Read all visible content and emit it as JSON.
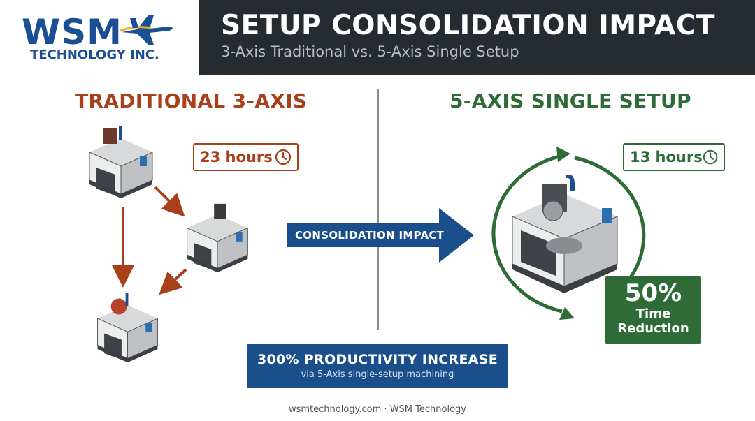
{
  "header": {
    "logo_main": "WSM",
    "logo_sub": "TECHNOLOGY INC.",
    "title": "SETUP CONSOLIDATION IMPACT",
    "subtitle": "3-Axis Traditional vs. 5-Axis Single Setup"
  },
  "left": {
    "title": "TRADITIONAL 3-AXIS",
    "time": "23 hours",
    "machine_count": 3
  },
  "center": {
    "arrow_label": "CONSOLIDATION IMPACT"
  },
  "right": {
    "title": "5-AXIS SINGLE SETUP",
    "time": "13 hours",
    "reduction_pct": "50%",
    "reduction_line1": "Time",
    "reduction_line2": "Reduction"
  },
  "productivity": {
    "title": "300% PRODUCTIVITY INCREASE",
    "subtitle": "via 5-Axis single-setup machining"
  },
  "footer": "wsmtechnology.com · WSM Technology",
  "colors": {
    "brand_blue": "#1b4f93",
    "header_bg": "#262a31",
    "traditional_accent": "#a8401a",
    "five_axis_accent": "#2e6b37",
    "productivity_bg": "#1b4f8c"
  },
  "icons": [
    "jet-icon",
    "clock-icon",
    "cnc-machine-icon",
    "cycle-arrows-icon"
  ]
}
